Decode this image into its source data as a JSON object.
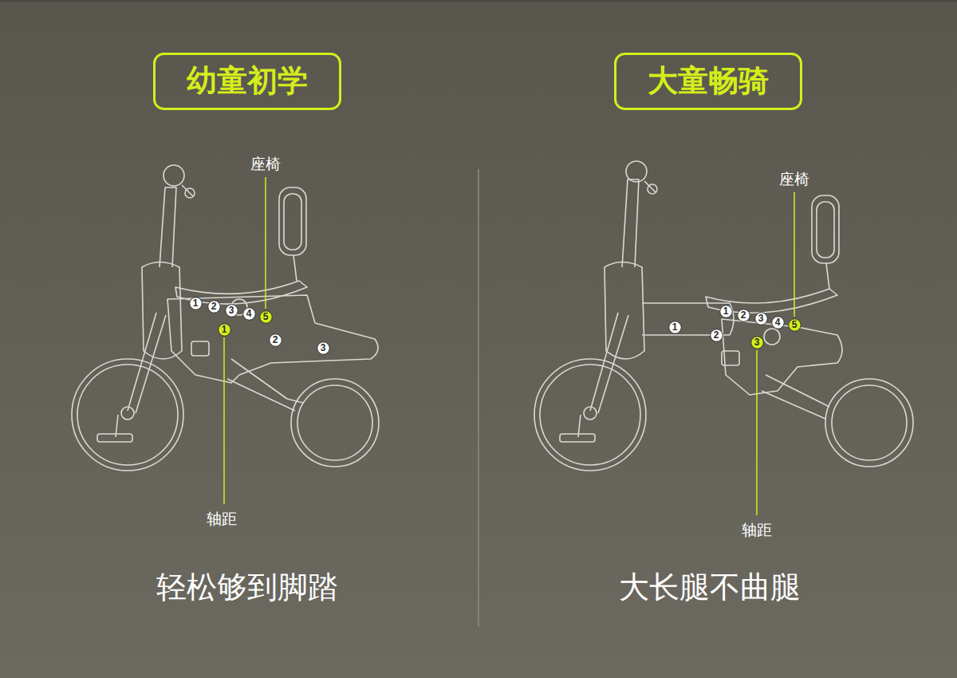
{
  "diagram": {
    "nodes": [
      {
        "text": [
          "幼童初学"
        ]
      },
      {
        "text": [
          "大童畅骑"
        ]
      },
      {
        "text": [
          "1"
        ]
      },
      {
        "text": [
          "2"
        ]
      },
      {
        "text": [
          "3"
        ]
      },
      {
        "text": [
          "4"
        ]
      },
      {
        "text": [
          "5"
        ]
      },
      {
        "text": [
          "1"
        ]
      },
      {
        "text": [
          "2"
        ]
      },
      {
        "text": [
          "3"
        ]
      },
      {
        "text": [
          "1"
        ]
      },
      {
        "text": [
          "2"
        ]
      },
      {
        "text": [
          "3"
        ]
      },
      {
        "text": [
          "4"
        ]
      },
      {
        "text": [
          "5"
        ]
      },
      {
        "text": [
          "1"
        ]
      },
      {
        "text": [
          "2"
        ]
      },
      {
        "text": [
          "3"
        ]
      }
    ],
    "labels": [
      "座椅",
      "座椅",
      "轴距",
      "轴距",
      "轻松够到脚踏",
      "大长腿不曲腿"
    ]
  }
}
